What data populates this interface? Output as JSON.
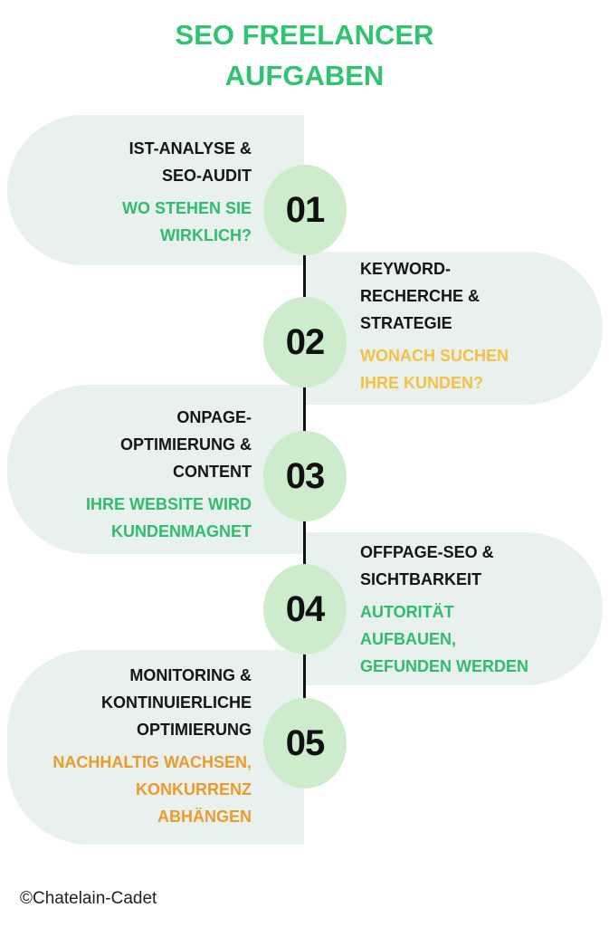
{
  "title": {
    "line1": "SEO FREELANCER",
    "line2": "AUFGABEN"
  },
  "colors": {
    "green": "#2fbd6c",
    "yellow": "#f3c244",
    "orange": "#ec9b2b",
    "card": "#e9f1ee",
    "circle": "#cdeccb"
  },
  "steps": [
    {
      "number": "01",
      "heading": [
        "IST-ANALYSE &",
        "SEO-AUDIT"
      ],
      "sub": [
        "WO STEHEN SIE",
        "WIRKLICH?"
      ]
    },
    {
      "number": "02",
      "heading": [
        "KEYWORD-",
        "RECHERCHE &",
        "STRATEGIE"
      ],
      "sub": [
        "WONACH SUCHEN",
        "IHRE KUNDEN?"
      ]
    },
    {
      "number": "03",
      "heading": [
        "ONPAGE-",
        "OPTIMIERUNG &",
        "CONTENT"
      ],
      "sub": [
        "IHRE WEBSITE WIRD",
        "KUNDENMAGNET"
      ]
    },
    {
      "number": "04",
      "heading": [
        "OFFPAGE-SEO &",
        "SICHTBARKEIT"
      ],
      "sub": [
        "AUTORITÄT",
        "AUFBAUEN,",
        "GEFUNDEN WERDEN"
      ]
    },
    {
      "number": "05",
      "heading": [
        "MONITORING &",
        "KONTINUIERLICHE",
        "OPTIMIERUNG"
      ],
      "sub": [
        "NACHHALTIG WACHSEN,",
        "KONKURRENZ",
        "ABHÄNGEN"
      ]
    }
  ],
  "footer": "©Chatelain-Cadet"
}
